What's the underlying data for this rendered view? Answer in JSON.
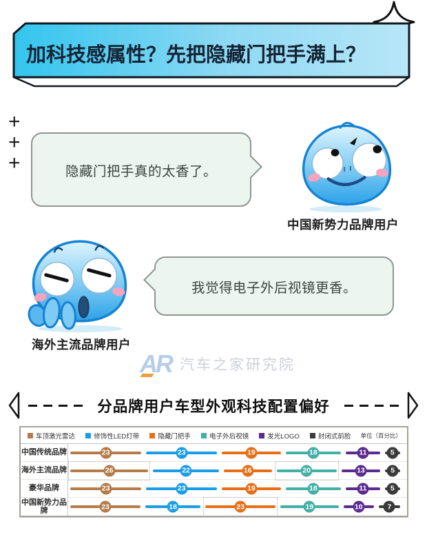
{
  "banner": {
    "title": "加科技感属性？先把隐藏门把手满上？"
  },
  "conversation": [
    {
      "bubble_text": "隐藏门把手真的太香了。",
      "speaker": "中国新势力品牌用户"
    },
    {
      "bubble_text": "我觉得电子外后视镜更香。",
      "speaker": "海外主流品牌用户"
    }
  ],
  "watermark": {
    "logo": "AR",
    "text": "汽车之家研究院"
  },
  "section": {
    "title": "分品牌用户车型外观科技配置偏好"
  },
  "chart_data": {
    "type": "bar",
    "orientation": "horizontal-segmented",
    "title": "分品牌用户车型外观科技配置偏好",
    "unit_label": "单位（百分比）",
    "legend": [
      {
        "label": "车顶激光雷达",
        "color": "#b57c4a"
      },
      {
        "label": "修饰性LED灯带",
        "color": "#1a9de6"
      },
      {
        "label": "隐藏门把手",
        "color": "#e66f17"
      },
      {
        "label": "电子外后视镜",
        "color": "#43afa7"
      },
      {
        "label": "发光LOGO",
        "color": "#5b2b8e"
      },
      {
        "label": "封闭式前脸",
        "color": "#3a3a3a"
      }
    ],
    "categories": [
      "中国传统品牌",
      "海外主流品牌",
      "豪华品牌",
      "中国新势力品牌"
    ],
    "rows": [
      {
        "label": "中国传统品牌",
        "values": [
          23,
          23,
          19,
          18,
          11,
          5
        ],
        "highlighted": []
      },
      {
        "label": "海外主流品牌",
        "values": [
          26,
          22,
          16,
          20,
          13,
          5
        ],
        "highlighted": [
          0,
          3
        ]
      },
      {
        "label": "豪华品牌",
        "values": [
          23,
          23,
          19,
          18,
          11,
          5
        ],
        "highlighted": []
      },
      {
        "label": "中国新势力品牌",
        "values": [
          23,
          18,
          23,
          19,
          10,
          7
        ],
        "highlighted": [
          2
        ]
      }
    ]
  }
}
